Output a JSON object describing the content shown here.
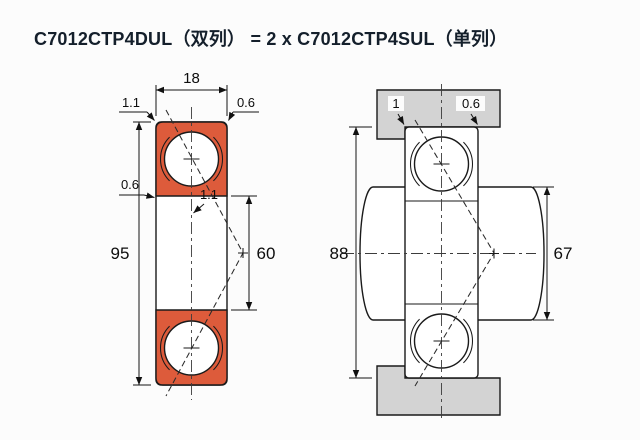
{
  "title": "C7012CTP4DUL（双列） = 2 x C7012CTP4SUL（单列）",
  "left_view": {
    "width": "18",
    "outer_chamfer_left": "1.1",
    "outer_chamfer_right": "0.6",
    "bore_chamfer_left": "0.6",
    "bore_chamfer_inner": "1.1",
    "outer_diameter": "95",
    "bore_diameter": "60"
  },
  "right_view": {
    "housing_fillet": "1",
    "mount_chamfer": "0.6",
    "housing_shoulder_diameter": "88",
    "shaft_shoulder_diameter": "67"
  },
  "colors": {
    "ring_highlight": "#DD5B3B",
    "housing": "#D3D3D3",
    "line": "#1A1A1A"
  }
}
